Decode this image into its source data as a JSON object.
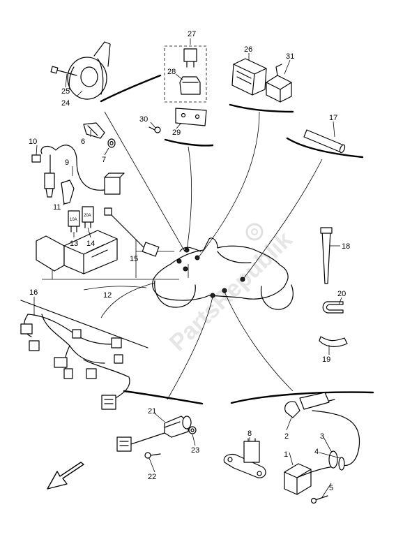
{
  "watermark": "PartsRepublik",
  "arrow_direction": "down-left",
  "callouts": [
    "1",
    "2",
    "3",
    "4",
    "5",
    "6",
    "7",
    "8",
    "9",
    "10",
    "11",
    "12",
    "13",
    "14",
    "15",
    "16",
    "17",
    "18",
    "19",
    "20",
    "21",
    "22",
    "23",
    "24",
    "25",
    "26",
    "27",
    "28",
    "29",
    "30",
    "31"
  ],
  "fuse_labels": [
    "10A",
    "20A"
  ]
}
